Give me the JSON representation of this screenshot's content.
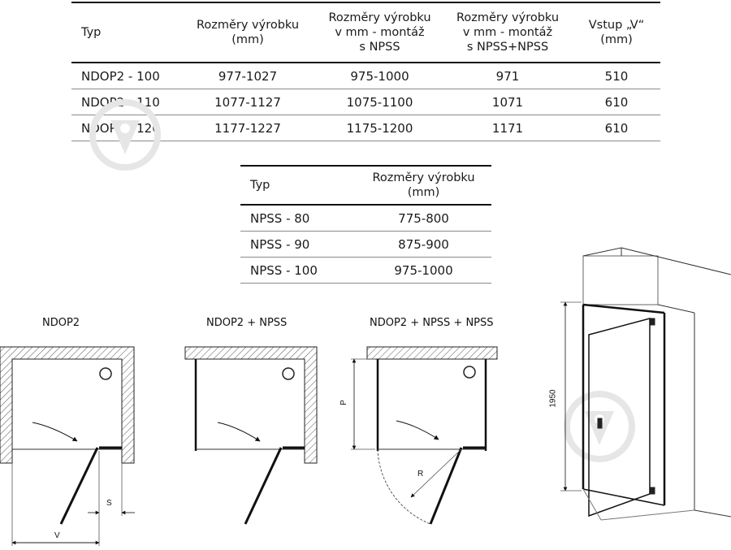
{
  "table_main": {
    "headers": [
      "Typ",
      "Rozměry výrobku\n(mm)",
      "Rozměry výrobku\nv mm - montáž\ns NPSS",
      "Rozměry výrobku\nv mm - montáž\ns NPSS+NPSS",
      "Vstup „V“\n(mm)"
    ],
    "rows": [
      [
        "NDOP2 - 100",
        "977-1027",
        "975-1000",
        "971",
        "510"
      ],
      [
        "NDOP2 - 110",
        "1077-1127",
        "1075-1100",
        "1071",
        "610"
      ],
      [
        "NDOP2 - 120",
        "1177-1227",
        "1175-1200",
        "1171",
        "610"
      ]
    ]
  },
  "table_npss": {
    "headers": [
      "Typ",
      "Rozměry výrobku\n(mm)"
    ],
    "rows": [
      [
        "NPSS - 80",
        "775-800"
      ],
      [
        "NPSS - 90",
        "875-900"
      ],
      [
        "NPSS - 100",
        "975-1000"
      ]
    ]
  },
  "diagrams": {
    "d1_title": "NDOP2",
    "d2_title": "NDOP2 + NPSS",
    "d3_title": "NDOP2 + NPSS + NPSS",
    "label_s": "S",
    "label_v": "V",
    "label_p": "P",
    "label_r": "R",
    "height": "1950"
  }
}
